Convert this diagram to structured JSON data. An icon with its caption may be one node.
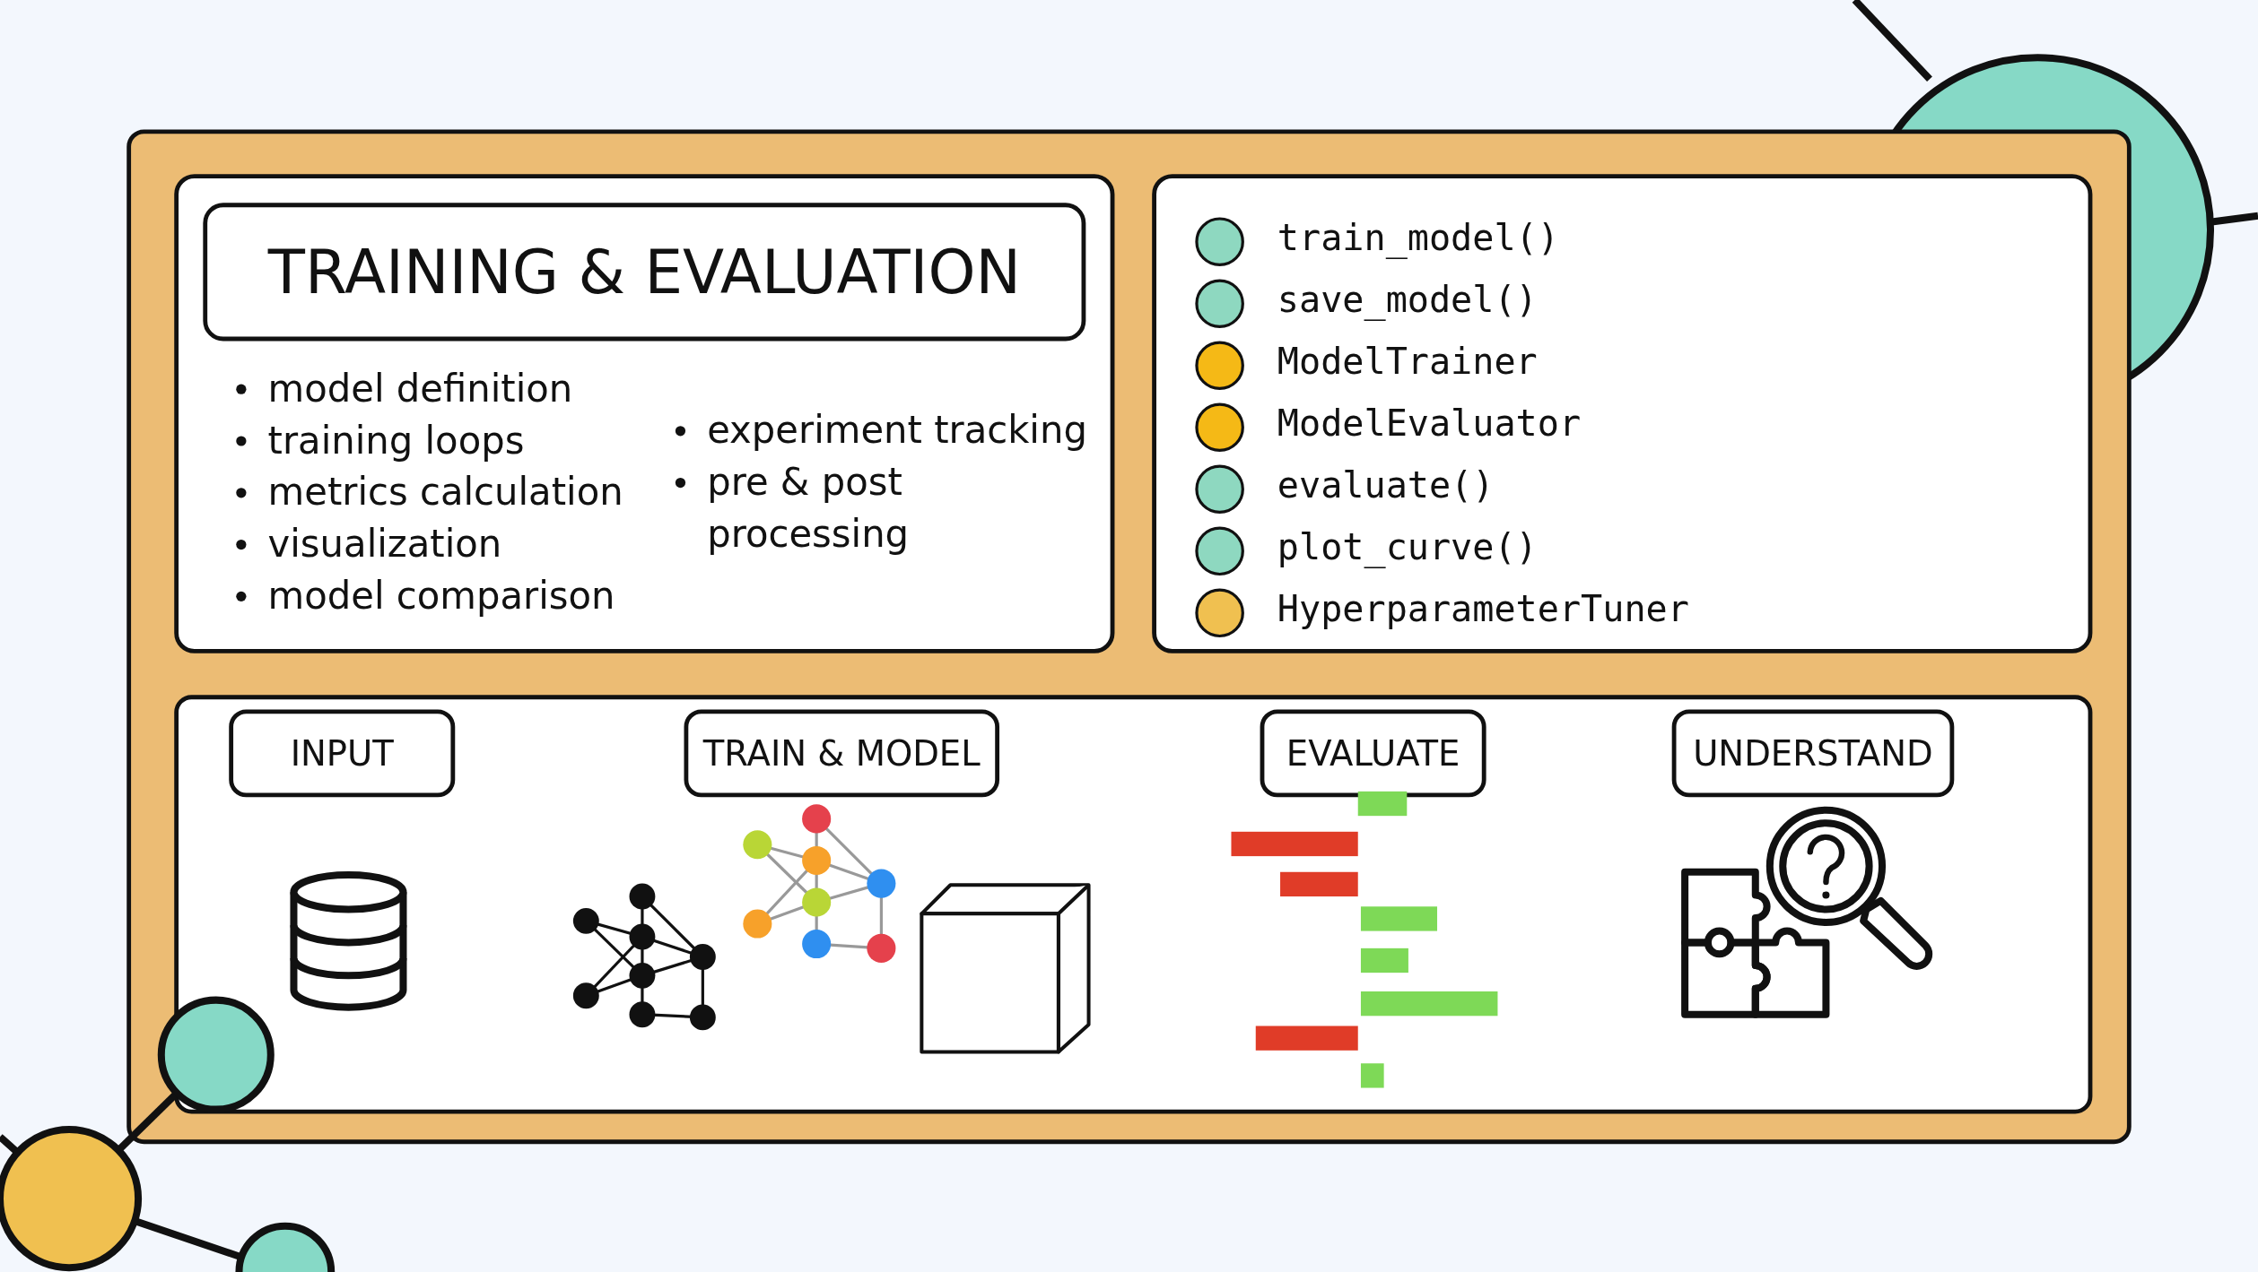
{
  "diagram": {
    "title": "TRAINING & EVALUATION",
    "nodes": [
      {
        "text": [],
        "shape": "box"
      },
      {
        "text": [
          "model definition",
          "training loops",
          "metrics calculation",
          "visualization",
          "model comparison",
          "experiment tracking",
          "pre & post processing"
        ],
        "in": 0
      },
      {
        "text": [
          "train_model()",
          "save_model()",
          "ModelTrainer",
          "ModelEvaluator",
          "evaluate()",
          "plot_curve()",
          "HyperparameterTuner"
        ],
        "in": 0
      },
      {
        "text": [],
        "shape": "box",
        "in": 0
      },
      {
        "text": [
          "INPUT"
        ],
        "in": 3
      },
      {
        "text": [
          "TRAIN & MODEL"
        ],
        "in": 3
      },
      {
        "text": [
          "EVALUATE"
        ],
        "in": 3
      },
      {
        "text": [
          "UNDERSTAND"
        ],
        "in": 3
      }
    ],
    "edges": []
  }
}
